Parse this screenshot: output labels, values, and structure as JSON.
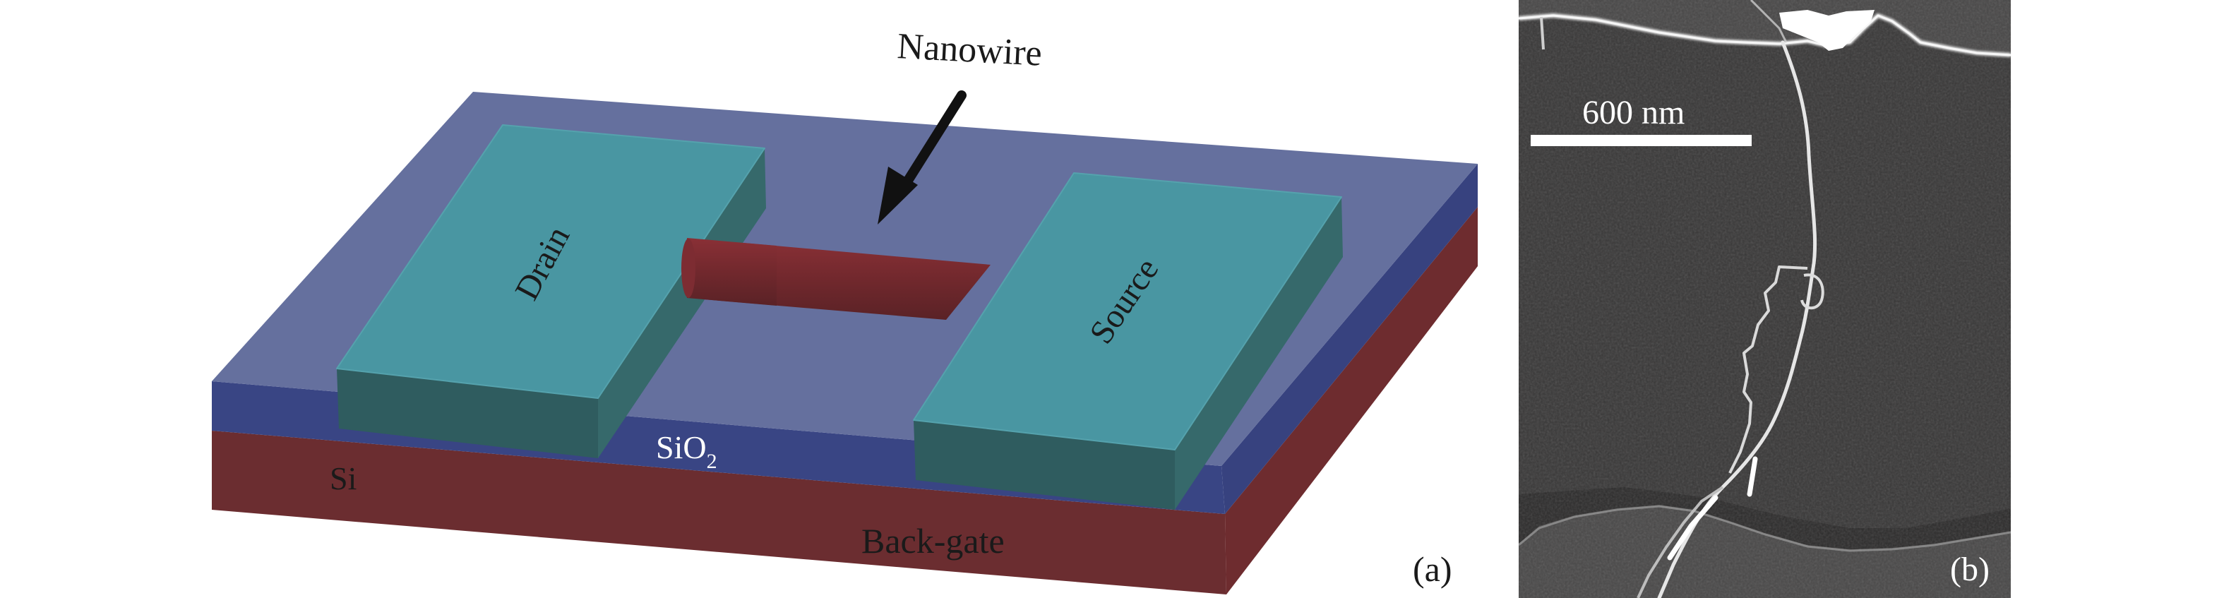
{
  "figure": {
    "panel_a": {
      "panel_label": "(a)",
      "description": "3D schematic of back-gated nanowire field-effect transistor",
      "labels": {
        "nanowire": "Nanowire",
        "drain": "Drain",
        "source": "Source",
        "oxide_base": "SiO",
        "oxide_subscript": "2",
        "substrate": "Si",
        "gate": "Back-gate"
      },
      "colors": {
        "oxide_top": "#65709e",
        "oxide_side": "#394584",
        "substrate": "#6b2d30",
        "pad_top": "#4996a2",
        "pad_side": "#2f5c5f",
        "nanowire": "#74292e",
        "arrow": "#111111"
      }
    },
    "panel_b": {
      "panel_label": "(b)",
      "description": "SEM micrograph of nanowire bridging two electrodes",
      "scale_bar_label": "600 nm",
      "colors": {
        "background": "#3a3a3a",
        "electrode": "#4b4b4b",
        "highlight": "#f2f2f2"
      }
    }
  }
}
